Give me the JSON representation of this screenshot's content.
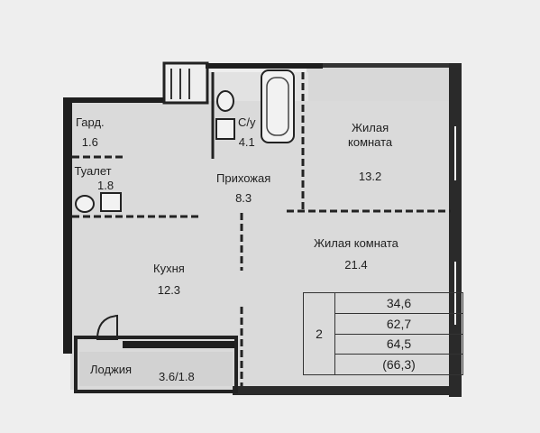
{
  "rooms": [
    {
      "id": "gard",
      "name": "Гард.",
      "area": "1.6"
    },
    {
      "id": "toilet",
      "name": "Туалет",
      "area": "1.8"
    },
    {
      "id": "bath",
      "name": "С/у",
      "area": "4.1"
    },
    {
      "id": "hall",
      "name": "Прихожая",
      "area": "8.3"
    },
    {
      "id": "living-small",
      "name": "Жилая\nкомната",
      "area": "13.2"
    },
    {
      "id": "living-large",
      "name": "Жилая комната",
      "area": "21.4"
    },
    {
      "id": "kitchen",
      "name": "Кухня",
      "area": "12.3"
    },
    {
      "id": "loggia",
      "name": "Лоджия",
      "area": "3.6/1.8"
    }
  ],
  "area_table": {
    "index": "2",
    "rows": [
      "34,6",
      "62,7",
      "64,5",
      "(66,3)"
    ]
  },
  "colors": {
    "wall": "#1e1e1e",
    "floor": "#dcdcdc",
    "background": "#eeeeee"
  }
}
